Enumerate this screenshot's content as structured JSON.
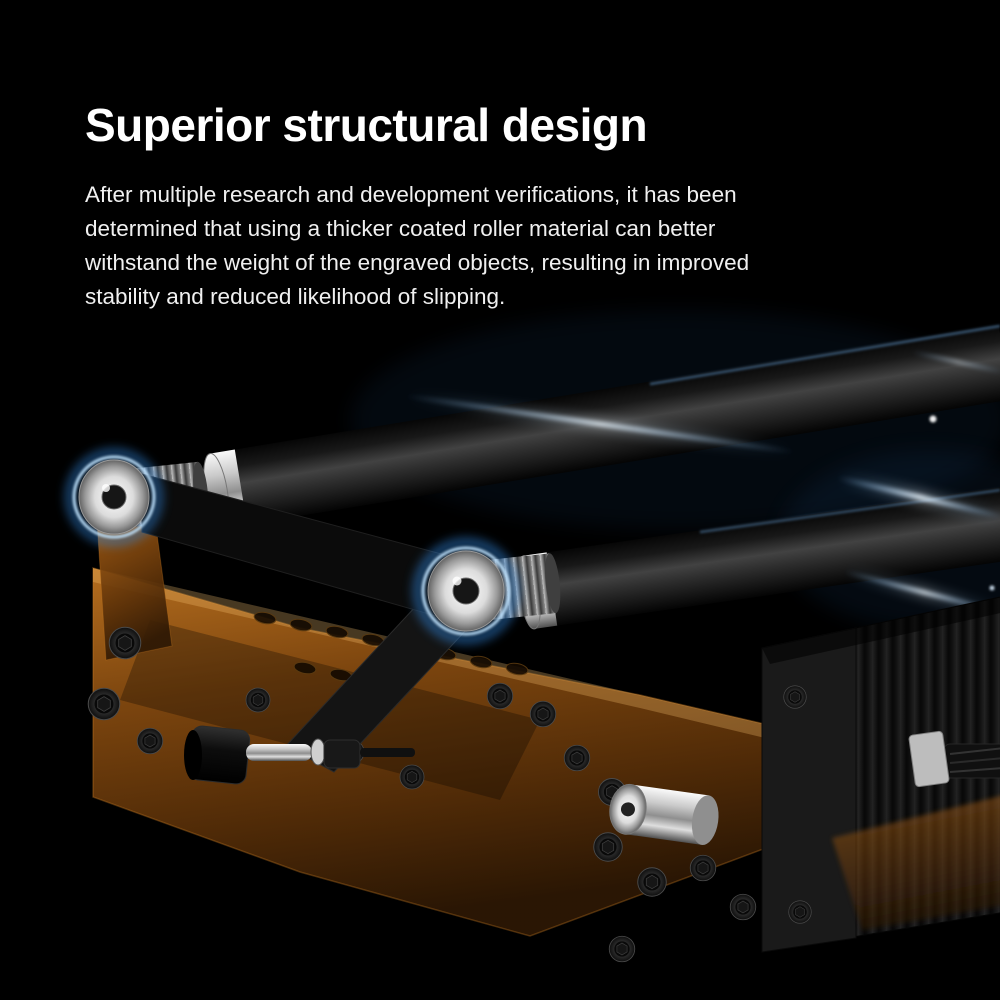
{
  "page": {
    "background": "#000000",
    "accent_glow_blue": "#4aa8ff",
    "frame_amber": "#a55e16",
    "roller_black": "#1c1c1c"
  },
  "content": {
    "title": "Superior structural design",
    "lines": [
      "After multiple research and development verifications, it has been",
      "determined that using a thicker coated roller material can better",
      "withstand the weight of the engraved objects, resulting in improved",
      "stability and reduced likelihood of slipping."
    ]
  }
}
